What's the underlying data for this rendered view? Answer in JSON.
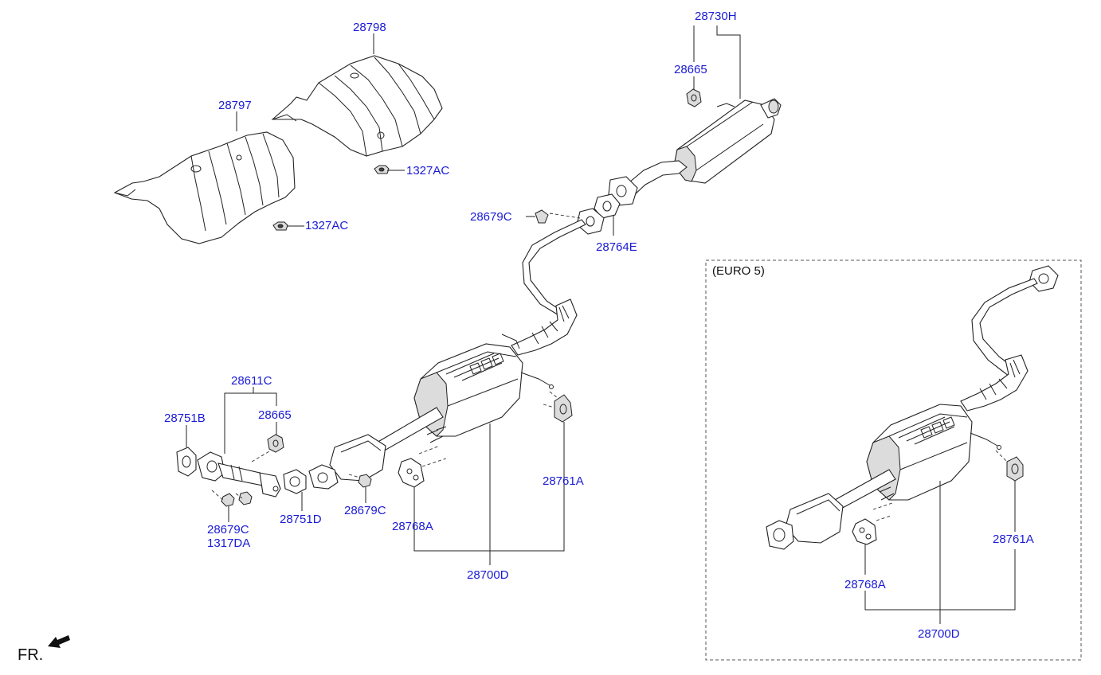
{
  "labels": {
    "p28798": "28798",
    "p28797": "28797",
    "p1327ac_a": "1327AC",
    "p1327ac_b": "1327AC",
    "p28730h": "28730H",
    "p28665_top": "28665",
    "p28679c_top": "28679C",
    "p28764e": "28764E",
    "p28611c": "28611C",
    "p28751b": "28751B",
    "p28665_mid": "28665",
    "p28679c_low": "28679C",
    "p1317da": "1317DA",
    "p28751d": "28751D",
    "p28679c_mid": "28679C",
    "p28768a": "28768A",
    "p28761a": "28761A",
    "p28700d": "28700D",
    "e28761a": "28761A",
    "e28768a": "28768A",
    "e28700d": "28700D"
  },
  "euro_box": {
    "title": "(EURO 5)"
  },
  "direction": {
    "text": "FR."
  },
  "colors": {
    "label": "#1a1ad6",
    "line": "#222222",
    "shade": "#dcdcdc"
  }
}
